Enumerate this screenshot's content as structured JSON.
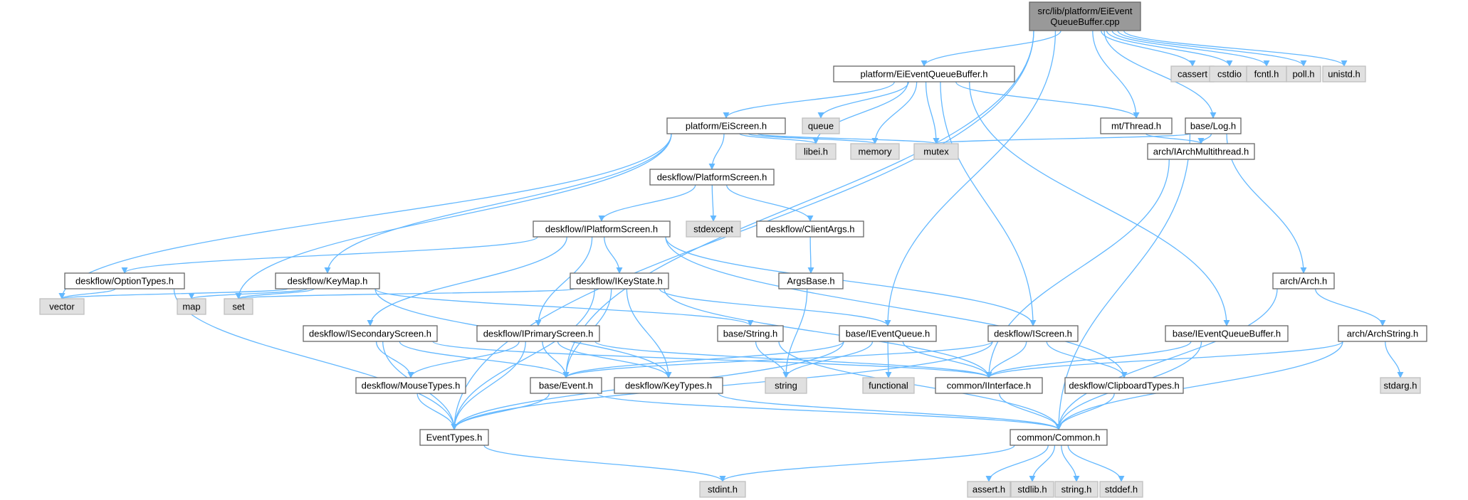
{
  "graph": {
    "colors": {
      "edge": "#63b8ff",
      "node_border": "#666666",
      "node_fill": "#ffffff",
      "system_fill": "#e0e0e0",
      "system_border": "#bfbfbf",
      "root_fill": "#999999",
      "root_border": "#666666",
      "text": "#000000"
    },
    "nodes": [
      {
        "id": "root",
        "lines": [
          "src/lib/platform/EiEvent",
          "QueueBuffer.cpp"
        ],
        "kind": "root"
      },
      {
        "id": "peqb",
        "lines": [
          "platform/EiEventQueueBuffer.h"
        ],
        "kind": "file"
      },
      {
        "id": "cassert",
        "lines": [
          "cassert"
        ],
        "kind": "system"
      },
      {
        "id": "cstdio",
        "lines": [
          "cstdio"
        ],
        "kind": "system"
      },
      {
        "id": "fcntl",
        "lines": [
          "fcntl.h"
        ],
        "kind": "system"
      },
      {
        "id": "poll",
        "lines": [
          "poll.h"
        ],
        "kind": "system"
      },
      {
        "id": "unistd",
        "lines": [
          "unistd.h"
        ],
        "kind": "system"
      },
      {
        "id": "eiscreen",
        "lines": [
          "platform/EiScreen.h"
        ],
        "kind": "file"
      },
      {
        "id": "queue",
        "lines": [
          "queue"
        ],
        "kind": "system"
      },
      {
        "id": "thread",
        "lines": [
          "mt/Thread.h"
        ],
        "kind": "file"
      },
      {
        "id": "log",
        "lines": [
          "base/Log.h"
        ],
        "kind": "file"
      },
      {
        "id": "libei",
        "lines": [
          "libei.h"
        ],
        "kind": "system"
      },
      {
        "id": "memory",
        "lines": [
          "memory"
        ],
        "kind": "system"
      },
      {
        "id": "mutex",
        "lines": [
          "mutex"
        ],
        "kind": "system"
      },
      {
        "id": "iarchmt",
        "lines": [
          "arch/IArchMultithread.h"
        ],
        "kind": "file"
      },
      {
        "id": "platscr",
        "lines": [
          "deskflow/PlatformScreen.h"
        ],
        "kind": "file"
      },
      {
        "id": "iplatscr",
        "lines": [
          "deskflow/IPlatformScreen.h"
        ],
        "kind": "file"
      },
      {
        "id": "stdexcept",
        "lines": [
          "stdexcept"
        ],
        "kind": "system"
      },
      {
        "id": "clientargs",
        "lines": [
          "deskflow/ClientArgs.h"
        ],
        "kind": "file"
      },
      {
        "id": "argsbase",
        "lines": [
          "ArgsBase.h"
        ],
        "kind": "file"
      },
      {
        "id": "arch",
        "lines": [
          "arch/Arch.h"
        ],
        "kind": "file"
      },
      {
        "id": "archstring",
        "lines": [
          "arch/ArchString.h"
        ],
        "kind": "file"
      },
      {
        "id": "stdarg",
        "lines": [
          "stdarg.h"
        ],
        "kind": "system"
      },
      {
        "id": "opttypes",
        "lines": [
          "deskflow/OptionTypes.h"
        ],
        "kind": "file"
      },
      {
        "id": "keymap",
        "lines": [
          "deskflow/KeyMap.h"
        ],
        "kind": "file"
      },
      {
        "id": "ikeystate",
        "lines": [
          "deskflow/IKeyState.h"
        ],
        "kind": "file"
      },
      {
        "id": "vector",
        "lines": [
          "vector"
        ],
        "kind": "system"
      },
      {
        "id": "map",
        "lines": [
          "map"
        ],
        "kind": "system"
      },
      {
        "id": "set",
        "lines": [
          "set"
        ],
        "kind": "system"
      },
      {
        "id": "isecscr",
        "lines": [
          "deskflow/ISecondaryScreen.h"
        ],
        "kind": "file"
      },
      {
        "id": "iprimscr",
        "lines": [
          "deskflow/IPrimaryScreen.h"
        ],
        "kind": "file"
      },
      {
        "id": "bstring",
        "lines": [
          "base/String.h"
        ],
        "kind": "file"
      },
      {
        "id": "ieventqueue",
        "lines": [
          "base/IEventQueue.h"
        ],
        "kind": "file"
      },
      {
        "id": "iscreen",
        "lines": [
          "deskflow/IScreen.h"
        ],
        "kind": "file"
      },
      {
        "id": "ieqb",
        "lines": [
          "base/IEventQueueBuffer.h"
        ],
        "kind": "file"
      },
      {
        "id": "mousetypes",
        "lines": [
          "deskflow/MouseTypes.h"
        ],
        "kind": "file"
      },
      {
        "id": "event",
        "lines": [
          "base/Event.h"
        ],
        "kind": "file"
      },
      {
        "id": "keytypes",
        "lines": [
          "deskflow/KeyTypes.h"
        ],
        "kind": "file"
      },
      {
        "id": "string",
        "lines": [
          "string"
        ],
        "kind": "system"
      },
      {
        "id": "functional",
        "lines": [
          "functional"
        ],
        "kind": "system"
      },
      {
        "id": "iinterface",
        "lines": [
          "common/IInterface.h"
        ],
        "kind": "file"
      },
      {
        "id": "cliptypes",
        "lines": [
          "deskflow/ClipboardTypes.h"
        ],
        "kind": "file"
      },
      {
        "id": "eventtypes",
        "lines": [
          "EventTypes.h"
        ],
        "kind": "file"
      },
      {
        "id": "common",
        "lines": [
          "common/Common.h"
        ],
        "kind": "file"
      },
      {
        "id": "stdint",
        "lines": [
          "stdint.h"
        ],
        "kind": "system"
      },
      {
        "id": "asserth",
        "lines": [
          "assert.h"
        ],
        "kind": "system"
      },
      {
        "id": "stdlib",
        "lines": [
          "stdlib.h"
        ],
        "kind": "system"
      },
      {
        "id": "stringh",
        "lines": [
          "string.h"
        ],
        "kind": "system"
      },
      {
        "id": "stddef",
        "lines": [
          "stddef.h"
        ],
        "kind": "system"
      }
    ],
    "edges": [
      [
        "root",
        "peqb"
      ],
      [
        "root",
        "cassert"
      ],
      [
        "root",
        "cstdio"
      ],
      [
        "root",
        "fcntl"
      ],
      [
        "root",
        "poll"
      ],
      [
        "root",
        "unistd"
      ],
      [
        "root",
        "thread"
      ],
      [
        "root",
        "log"
      ],
      [
        "root",
        "ieventqueue"
      ],
      [
        "root",
        "event"
      ],
      [
        "root",
        "eventtypes"
      ],
      [
        "peqb",
        "eiscreen"
      ],
      [
        "peqb",
        "queue"
      ],
      [
        "peqb",
        "libei"
      ],
      [
        "peqb",
        "memory"
      ],
      [
        "peqb",
        "mutex"
      ],
      [
        "peqb",
        "thread"
      ],
      [
        "peqb",
        "iscreen"
      ],
      [
        "peqb",
        "ieqb"
      ],
      [
        "eiscreen",
        "platscr"
      ],
      [
        "eiscreen",
        "libei"
      ],
      [
        "eiscreen",
        "memory"
      ],
      [
        "eiscreen",
        "mutex"
      ],
      [
        "eiscreen",
        "vector"
      ],
      [
        "eiscreen",
        "keymap"
      ],
      [
        "eiscreen",
        "set"
      ],
      [
        "thread",
        "iarchmt"
      ],
      [
        "log",
        "iarchmt"
      ],
      [
        "log",
        "mutex"
      ],
      [
        "log",
        "arch"
      ],
      [
        "log",
        "common"
      ],
      [
        "iarchmt",
        "iinterface"
      ],
      [
        "platscr",
        "iplatscr"
      ],
      [
        "platscr",
        "stdexcept"
      ],
      [
        "platscr",
        "clientargs"
      ],
      [
        "clientargs",
        "argsbase"
      ],
      [
        "argsbase",
        "string"
      ],
      [
        "iplatscr",
        "opttypes"
      ],
      [
        "iplatscr",
        "ikeystate"
      ],
      [
        "iplatscr",
        "isecscr"
      ],
      [
        "iplatscr",
        "iprimscr"
      ],
      [
        "iplatscr",
        "iscreen"
      ],
      [
        "iplatscr",
        "cliptypes"
      ],
      [
        "opttypes",
        "vector"
      ],
      [
        "opttypes",
        "eventtypes"
      ],
      [
        "keymap",
        "vector"
      ],
      [
        "keymap",
        "map"
      ],
      [
        "keymap",
        "set"
      ],
      [
        "keymap",
        "bstring"
      ],
      [
        "keymap",
        "keytypes"
      ],
      [
        "ikeystate",
        "set"
      ],
      [
        "ikeystate",
        "ieventqueue"
      ],
      [
        "ikeystate",
        "event"
      ],
      [
        "ikeystate",
        "keytypes"
      ],
      [
        "ikeystate",
        "iinterface"
      ],
      [
        "ikeystate",
        "eventtypes"
      ],
      [
        "isecscr",
        "mousetypes"
      ],
      [
        "isecscr",
        "event"
      ],
      [
        "isecscr",
        "eventtypes"
      ],
      [
        "isecscr",
        "iinterface"
      ],
      [
        "iprimscr",
        "mousetypes"
      ],
      [
        "iprimscr",
        "event"
      ],
      [
        "iprimscr",
        "keytypes"
      ],
      [
        "iprimscr",
        "eventtypes"
      ],
      [
        "iprimscr",
        "iinterface"
      ],
      [
        "bstring",
        "string"
      ],
      [
        "bstring",
        "common"
      ],
      [
        "ieventqueue",
        "event"
      ],
      [
        "ieventqueue",
        "string"
      ],
      [
        "ieventqueue",
        "functional"
      ],
      [
        "ieventqueue",
        "iinterface"
      ],
      [
        "ieventqueue",
        "eventtypes"
      ],
      [
        "iscreen",
        "iinterface"
      ],
      [
        "iscreen",
        "cliptypes"
      ],
      [
        "iscreen",
        "event"
      ],
      [
        "iscreen",
        "eventtypes"
      ],
      [
        "ieqb",
        "iinterface"
      ],
      [
        "ieqb",
        "common"
      ],
      [
        "arch",
        "archstring"
      ],
      [
        "arch",
        "common"
      ],
      [
        "archstring",
        "stdarg"
      ],
      [
        "archstring",
        "iinterface"
      ],
      [
        "archstring",
        "common"
      ],
      [
        "mousetypes",
        "eventtypes"
      ],
      [
        "event",
        "eventtypes"
      ],
      [
        "event",
        "common"
      ],
      [
        "keytypes",
        "common"
      ],
      [
        "iinterface",
        "common"
      ],
      [
        "cliptypes",
        "common"
      ],
      [
        "eventtypes",
        "stdint"
      ],
      [
        "common",
        "stdint"
      ],
      [
        "common",
        "asserth"
      ],
      [
        "common",
        "stdlib"
      ],
      [
        "common",
        "stringh"
      ],
      [
        "common",
        "stddef"
      ]
    ]
  }
}
